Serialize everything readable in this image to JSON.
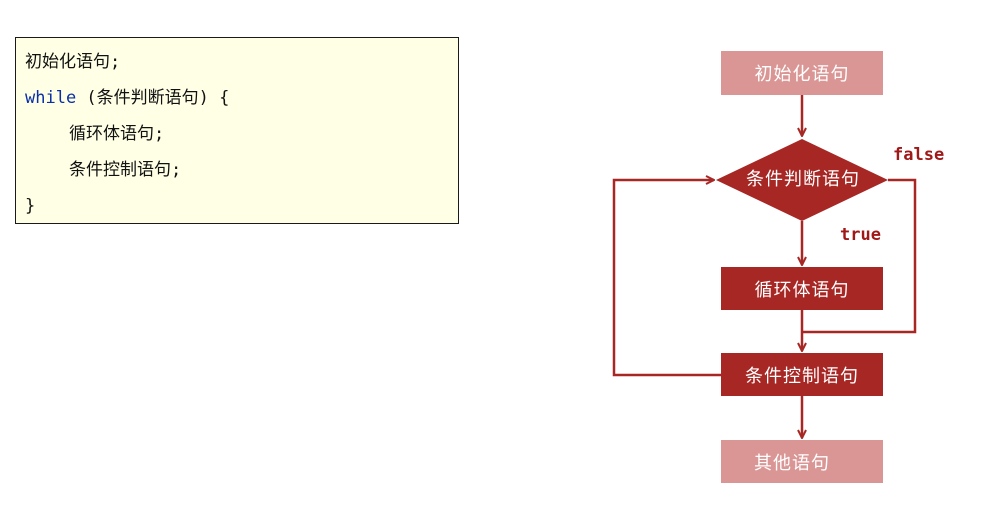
{
  "code": {
    "line1": "初始化语句;",
    "line2_keyword": "while",
    "line2_rest": " (条件判断语句) {",
    "line3": "循环体语句;",
    "line4": "条件控制语句;",
    "line5": "}"
  },
  "flowchart": {
    "init": "初始化语句",
    "condition": "条件判断语句",
    "body": "循环体语句",
    "control": "条件控制语句",
    "other": "其他语句",
    "true_label": "true",
    "false_label": "false"
  },
  "colors": {
    "dark_red": "#a72724",
    "light_red": "#d99694",
    "code_bg": "#ffffe6",
    "keyword_blue": "#0a2fa8"
  }
}
